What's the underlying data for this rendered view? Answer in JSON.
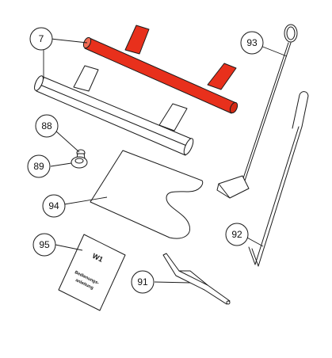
{
  "diagram": {
    "accent_color": "#e8301c",
    "callouts": [
      {
        "id": "7",
        "label": "7"
      },
      {
        "id": "88",
        "label": "88"
      },
      {
        "id": "89",
        "label": "89"
      },
      {
        "id": "93",
        "label": "93"
      },
      {
        "id": "94",
        "label": "94"
      },
      {
        "id": "92",
        "label": "92"
      },
      {
        "id": "95",
        "label": "95"
      },
      {
        "id": "91",
        "label": "91"
      }
    ],
    "manual": {
      "code": "W1",
      "line1": "Bedienungs-",
      "line2": "anleitung"
    }
  }
}
